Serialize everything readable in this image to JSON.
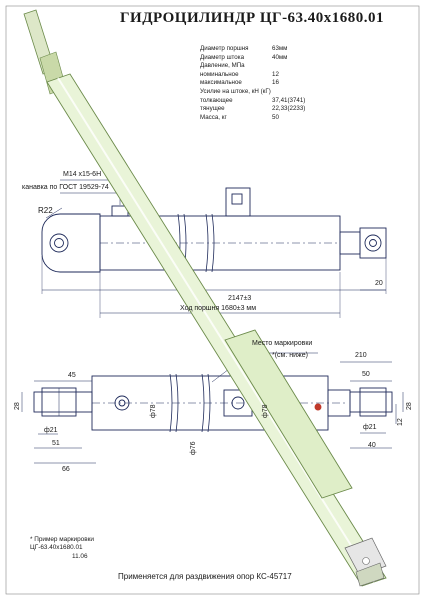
{
  "title": "ГИДРОЦИЛИНДР ЦГ-63.40х1680.01",
  "specs": [
    {
      "label": "Диаметр поршня",
      "value": "63мм"
    },
    {
      "label": "Диаметр штока",
      "value": "40мм"
    },
    {
      "label": "Давление, МПа",
      "value": ""
    },
    {
      "label": "номинальное",
      "value": "12"
    },
    {
      "label": "максимальное",
      "value": "16"
    },
    {
      "label": "Усилие на штоке, кН (кГ)",
      "value": ""
    },
    {
      "label": "толкающее",
      "value": "37,41(3741)"
    },
    {
      "label": "тянущее",
      "value": "22,33(2233)"
    },
    {
      "label": "Масса, кг",
      "value": "50"
    }
  ],
  "dims": {
    "thread": "M14 x15-6H",
    "groove": "канавка по ГОСТ 19529-74",
    "radius": "R22",
    "length": "2147±3",
    "stroke": "Ход поршня 1680±3 мм",
    "rod_end": "20",
    "marking_place": "Место маркировки",
    "marking_hint": "*(см. ниже)",
    "d45": "45",
    "d28_left": "28",
    "d21_left": "ф21",
    "d51": "51",
    "d66": "66",
    "d78_a": "ф78",
    "d76": "ф76",
    "d78_b": "ф78",
    "d210": "210",
    "d50": "50",
    "d21_right": "ф21",
    "d40": "40",
    "d28_right": "28",
    "d12": "12"
  },
  "note": {
    "line1": "* Пример маркировки",
    "line2": "ЦГ-63.40х1680.01",
    "line3": "11.06"
  },
  "footer": "Применяется для раздвижения опор КС-45717",
  "colors": {
    "cylinder_fill": "#e9f4d8",
    "cylinder_stroke": "#6b8a4a",
    "line": "#1e2a5a"
  }
}
